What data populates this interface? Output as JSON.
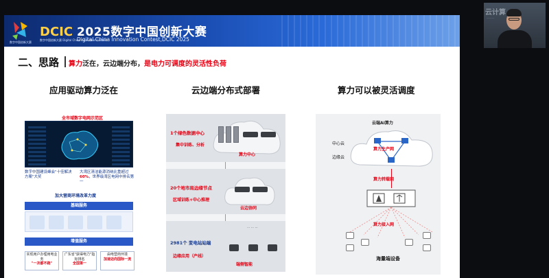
{
  "banner": {
    "logo_caption": "数字中国创新大赛",
    "dcic_logo": "DCIC",
    "dcic_caption": "数字中国创新大赛 Digital China Innovation Contest",
    "title": "2025数字中国创新大赛",
    "subtitle": "Digital China Innovation Contest,DCIC 2025"
  },
  "section": {
    "title": "二、思路",
    "tagline_part1": "算力",
    "tagline_part2": "泛在，云边端分布，",
    "tagline_part3": "是电力可调度的灵活性负荷"
  },
  "left": {
    "title": "应用驱动算力泛在",
    "top_label": "全市域数字电网示范区",
    "stat_left": "数字中国建设峰会\"十佳解决方案\"大奖",
    "stat_right_prefix": "大湾区清洁能源消纳比重超过",
    "stat_right_emph": "60%",
    "stat_right_suffix": "，世界级湾区电网中排名第一",
    "band1": "加大营商环境改革力度",
    "band2": "基础服务",
    "band3": "增值服务",
    "boxes": [
      {
        "line1": "实现用户办理用电业务",
        "emph": "\"一次都不跑\""
      },
      {
        "line1": "广东省\"获得电力\"指标排名",
        "emph": "全国第一"
      },
      {
        "line1": "由电营商环境",
        "emph": "加速迈向国际一流"
      }
    ]
  },
  "middle": {
    "title": "云边端分布式部署",
    "tier1_label": "1个绿色数据中心",
    "tier1_sub": "集中训练、分析",
    "tier1_name": "算力中心",
    "tier2_label": "20个地市局边缘节点",
    "tier2_sub": "区域训练+中心推理",
    "tier2_name": "云边协同",
    "tier3_label": "2981个 变电站站端",
    "tier3_sub": "边缘应用（产线）",
    "tier3_name": "端侧智能"
  },
  "right": {
    "title": "算力可以被灵活调度",
    "cloud_label": "云端AI算力",
    "center_cloud": "中心云",
    "edge_cloud": "边缘云",
    "produce_net": "算力生产网",
    "transport_net": "算力转载网",
    "access_net": "算力接入网",
    "devices": "海量端设备"
  },
  "webcam": {
    "wall_text": "云计算"
  },
  "colors": {
    "accent_red": "#e60012",
    "banner_blue": "#1b4fb5",
    "band_blue": "#2a58c6"
  }
}
